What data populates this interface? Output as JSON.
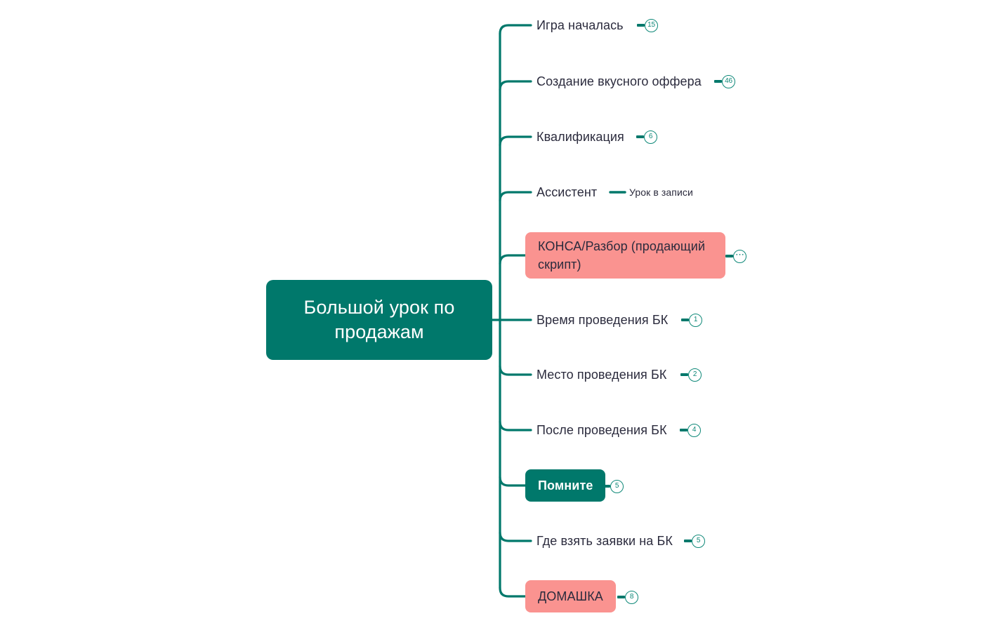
{
  "diagram": {
    "type": "mindmap",
    "orientation": "left-to-right",
    "background_color": "#FFFFFF",
    "accent_color": "#00786B",
    "highlight_color": "#FA9390",
    "text_color": "#2B2B3D",
    "badge_border_color": "#0E8878"
  },
  "root": {
    "label": "Большой урок по продажам",
    "style": "teal-box",
    "text_color": "#FFFFFF"
  },
  "branches": [
    {
      "id": "igra-nachalas",
      "label": "Игра началась",
      "style": "plain",
      "badge": "15",
      "badge_icon": "count-badge-icon"
    },
    {
      "id": "sozdanie-offera",
      "label": "Создание вкусного оффера",
      "style": "plain",
      "badge": "46",
      "badge_icon": "count-badge-icon"
    },
    {
      "id": "kvalifikaciya",
      "label": "Квалификация",
      "style": "plain",
      "badge": "6",
      "badge_icon": "count-badge-icon"
    },
    {
      "id": "assistent",
      "label": "Ассистент",
      "style": "plain",
      "badge": null,
      "children": [
        {
          "id": "urok-v-zapisi",
          "label": "Урок в записи",
          "style": "plain-small"
        }
      ]
    },
    {
      "id": "konsa-razbor",
      "label": "КОНСА/Разбор (продающий скрипт)",
      "style": "pink-box",
      "badge": "⋯",
      "badge_icon": "collapsed-ellipsis-badge-icon"
    },
    {
      "id": "vremya-bk",
      "label": "Время проведения БК",
      "style": "plain",
      "badge": "1",
      "badge_icon": "count-badge-icon"
    },
    {
      "id": "mesto-bk",
      "label": "Место проведения БК",
      "style": "plain",
      "badge": "2",
      "badge_icon": "count-badge-icon"
    },
    {
      "id": "posle-bk",
      "label": "После проведения БК",
      "style": "plain",
      "badge": "4",
      "badge_icon": "count-badge-icon"
    },
    {
      "id": "pomnite",
      "label": "Помните",
      "style": "teal-box",
      "badge": "5",
      "badge_icon": "count-badge-icon"
    },
    {
      "id": "gde-vzyat-zayavki",
      "label": "Где взять заявки на БК",
      "style": "plain",
      "badge": "5",
      "badge_icon": "count-badge-icon"
    },
    {
      "id": "domashka",
      "label": "ДОМАШКА",
      "style": "pink-box",
      "badge": "8",
      "badge_icon": "count-badge-icon"
    }
  ]
}
